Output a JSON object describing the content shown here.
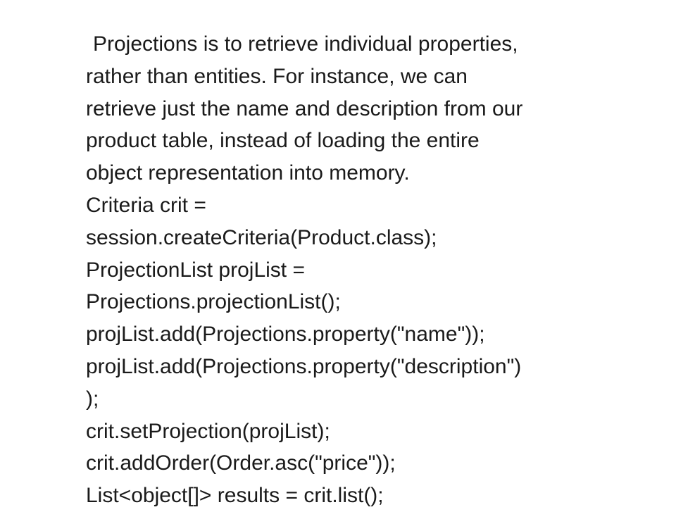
{
  "slide": {
    "lines": [
      "Projections is to retrieve individual properties,",
      "rather than entities. For instance, we can",
      "retrieve just the name and description from our",
      "product table, instead of loading the entire",
      "object representation into memory.",
      "Criteria crit =",
      "session.createCriteria(Product.class);",
      "ProjectionList projList =",
      "Projections.projectionList();",
      "projList.add(Projections.property(\"name\"));",
      "projList.add(Projections.property(\"description\")",
      ");",
      "crit.setProjection(projList);",
      "crit.addOrder(Order.asc(\"price\"));",
      "List<object[]> results = crit.list();"
    ]
  },
  "colors": {
    "background": "#ffffff",
    "text": "#1a1a1a"
  }
}
